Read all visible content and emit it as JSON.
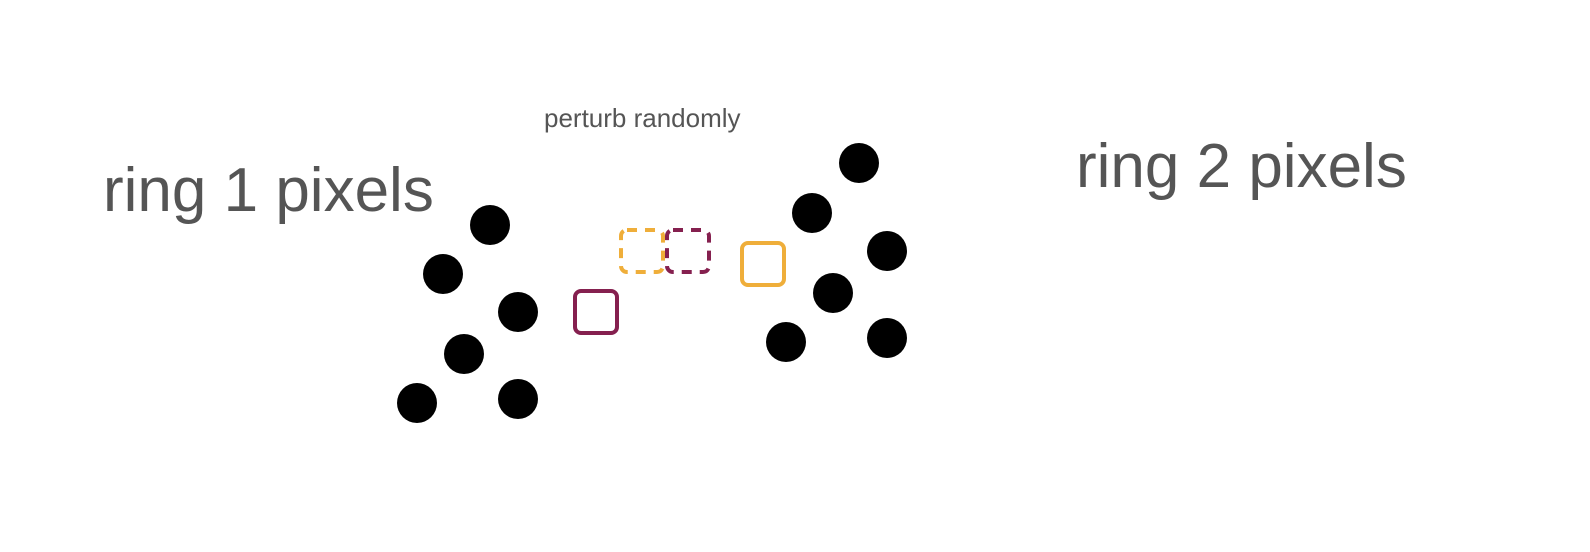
{
  "labels": {
    "ring1": "ring 1 pixels",
    "ring2": "ring 2 pixels",
    "perturb": "perturb randomly"
  },
  "colors": {
    "text": "#555555",
    "pixel": "#000000",
    "square_orange": "#EFAE3A",
    "square_maroon": "#85204F",
    "background": "#ffffff"
  },
  "diagram": {
    "ring1_pixel_count": 6,
    "ring2_pixel_count": 6,
    "squares": [
      {
        "color": "maroon",
        "style": "solid"
      },
      {
        "color": "orange",
        "style": "dashed"
      },
      {
        "color": "maroon",
        "style": "dashed"
      },
      {
        "color": "orange",
        "style": "solid"
      }
    ]
  }
}
